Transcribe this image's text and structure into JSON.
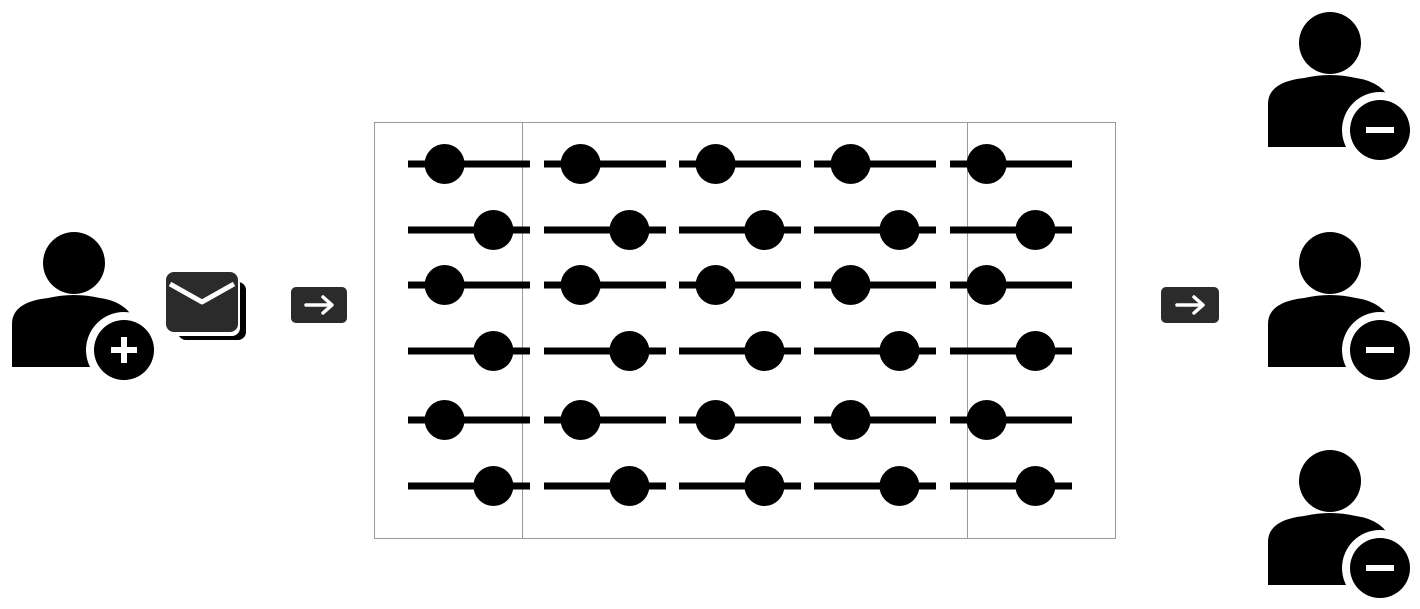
{
  "icons": {
    "user_add": "user-add-icon",
    "mail": "mail-stack-icon",
    "arrow_in": "arrow-right-icon",
    "arrow_out": "arrow-right-icon",
    "user_remove": [
      "user-remove-icon",
      "user-remove-icon",
      "user-remove-icon"
    ]
  },
  "colors": {
    "ink": "#000000",
    "dark_badge": "#2b2b2b",
    "panel_border": "#9a9a9a",
    "background": "#ffffff"
  },
  "slider_panel": {
    "columns": 5,
    "rows": [
      {
        "levels": [
          0.3,
          0.3,
          0.3,
          0.3,
          0.3
        ]
      },
      {
        "levels": [
          0.7,
          0.7,
          0.7,
          0.7,
          0.7
        ]
      },
      {
        "levels": [
          0.3,
          0.3,
          0.3,
          0.3,
          0.3
        ]
      },
      {
        "levels": [
          0.7,
          0.7,
          0.7,
          0.7,
          0.7
        ]
      },
      {
        "levels": [
          0.3,
          0.3,
          0.3,
          0.3,
          0.3
        ]
      },
      {
        "levels": [
          0.7,
          0.7,
          0.7,
          0.7,
          0.7
        ]
      }
    ]
  }
}
